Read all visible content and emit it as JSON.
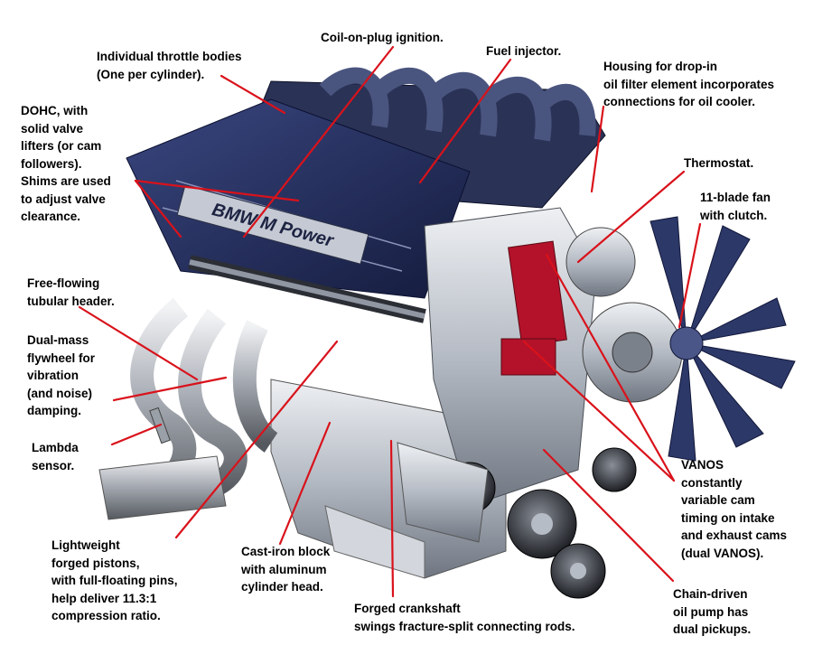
{
  "labels": {
    "throttle_bodies": "Individual throttle bodies\n(One per cylinder).",
    "coil_on_plug": "Coil-on-plug ignition.",
    "fuel_injector": "Fuel injector.",
    "oil_filter_housing": "Housing for drop-in\noil filter element incorporates\nconnections for oil cooler.",
    "dohc": "DOHC, with\nsolid valve\nlifters (or cam\nfollowers).\nShims are used\nto adjust valve\nclearance.",
    "thermostat": "Thermostat.",
    "fan": "11-blade fan\nwith clutch.",
    "header": "Free-flowing\ntubular header.",
    "flywheel": "Dual-mass\nflywheel for\nvibration\n(and noise)\ndamping.",
    "lambda": "Lambda\nsensor.",
    "vanos": "VANOS\nconstantly\nvariable cam\ntiming on intake\nand exhaust cams\n(dual VANOS).",
    "pistons": "Lightweight\nforged pistons,\nwith full-floating pins,\nhelp deliver 11.3:1\ncompression ratio.",
    "block": "Cast-iron block\nwith aluminum\ncylinder head.",
    "crankshaft": "Forged crankshaft\nswings fracture-split connecting rods.",
    "oil_pump": "Chain-driven\noil pump has\ndual pickups."
  },
  "engine": {
    "badge_text": "BMW M Power"
  },
  "colors": {
    "leader_line": "#d9121b",
    "cam_cover": "#1f2a5a",
    "metal_light": "#c9ced6",
    "metal_dark": "#6b7280",
    "vanos_red": "#b3122a",
    "fan_blue": "#2c3868"
  }
}
